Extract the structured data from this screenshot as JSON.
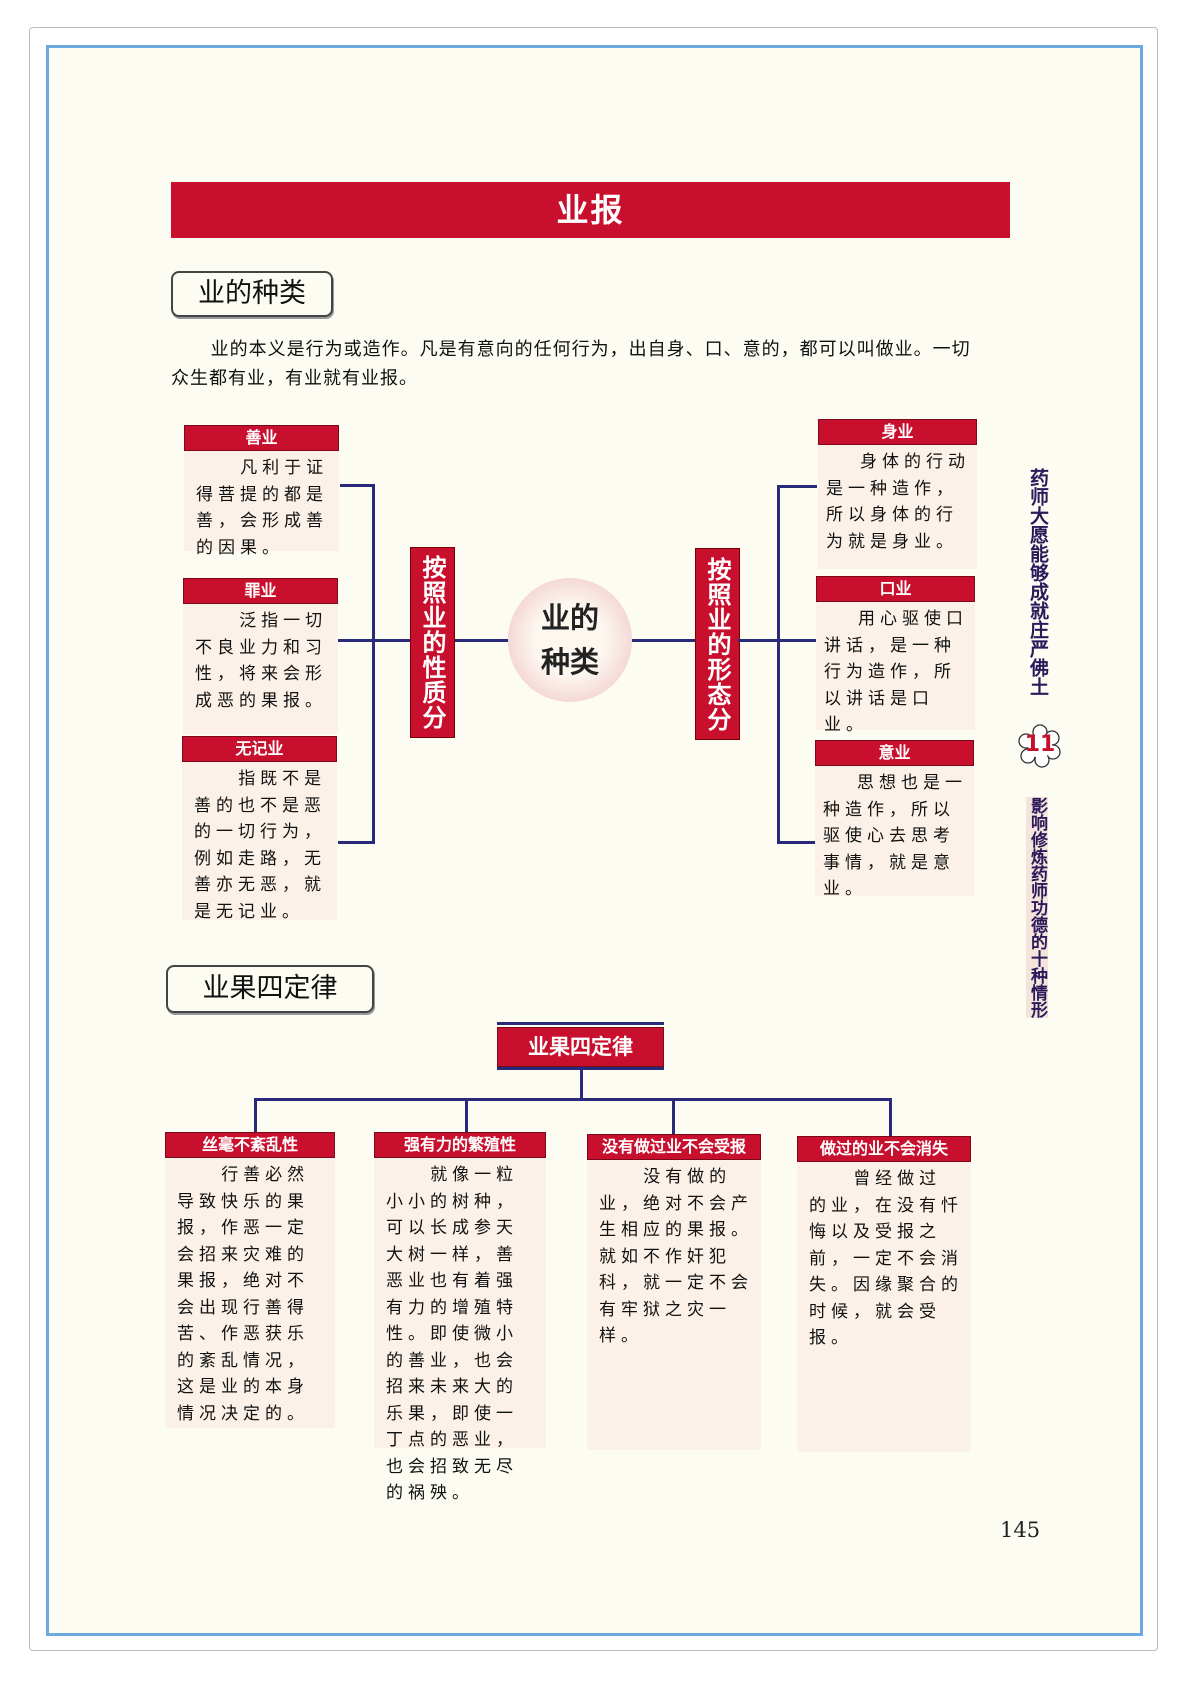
{
  "title": "业报",
  "section1": {
    "heading": "业的种类",
    "intro": "业的本义是行为或造作。凡是有意向的任何行为，出自身、口、意的，都可以叫做业。一切众生都有业，有业就有业报。",
    "center": [
      "业的",
      "种类"
    ],
    "left_axis": "按照业的性质分",
    "right_axis": "按照业的形态分",
    "left_items": [
      {
        "title": "善业",
        "text": "凡利于证得菩提的都是善，会形成善的因果。"
      },
      {
        "title": "罪业",
        "text": "泛指一切不良业力和习性，将来会形成恶的果报。"
      },
      {
        "title": "无记业",
        "text": "指既不是善的也不是恶的一切行为，例如走路，无善亦无恶，就是无记业。"
      }
    ],
    "right_items": [
      {
        "title": "身业",
        "text": "身体的行动是一种造作，所以身体的行为就是身业。"
      },
      {
        "title": "口业",
        "text": "用心驱使口讲话，是一种行为造作，所以讲话是口业。"
      },
      {
        "title": "意业",
        "text": "思想也是一种造作，所以驱使心去思考事情，就是意业。"
      }
    ]
  },
  "section2": {
    "heading": "业果四定律",
    "root": "业果四定律",
    "items": [
      {
        "title": "丝毫不紊乱性",
        "text": "行善必然导致快乐的果报，作恶一定会招来灾难的果报，绝对不会出现行善得苦、作恶获乐的紊乱情况，这是业的本身情况决定的。"
      },
      {
        "title": "强有力的繁殖性",
        "text": "就像一粒小小的树种，可以长成参天大树一样，善恶业也有着强有力的增殖特性。即使微小的善业，也会招来未来大的乐果，即使一丁点的恶业，也会招致无尽的祸殃。"
      },
      {
        "title": "没有做过业不会受报",
        "text": "没有做的业，绝对不会产生相应的果报。就如不作奸犯科，就一定不会有牢狱之灾一样。"
      },
      {
        "title": "做过的业不会消失",
        "text": "曾经做过的业，在没有忏悔以及受报之前，一定不会消失。因缘聚合的时候，就会受报。"
      }
    ]
  },
  "side": {
    "chapter_title": "药师大愿能够成就庄严佛土",
    "chapter_number": "11",
    "section_title": "影响修炼药师功德的十种情形"
  },
  "page_number": "145",
  "colors": {
    "accent": "#c8102e",
    "line": "#2a2a7a",
    "border": "#6aaae0"
  }
}
